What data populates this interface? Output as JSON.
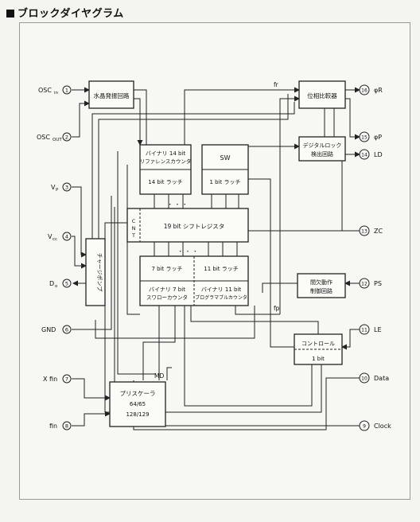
{
  "title": "ブロックダイヤグラム",
  "pins_left": {
    "osc_in": {
      "main": "OSC",
      "sub": "in",
      "num": "1"
    },
    "osc_out": {
      "main": "OSC",
      "sub": "OUT",
      "num": "2"
    },
    "vp": {
      "main": "V",
      "sub": "P",
      "num": "3"
    },
    "vcc": {
      "main": "V",
      "sub": "cc",
      "num": "4"
    },
    "do": {
      "main": "D",
      "sub": "o",
      "num": "5"
    },
    "gnd": {
      "main": "GND",
      "sub": "",
      "num": "6"
    },
    "xfin": {
      "main": "X fin",
      "sub": "",
      "num": "7"
    },
    "fin": {
      "main": "fin",
      "sub": "",
      "num": "8"
    }
  },
  "pins_right": {
    "phi_r": {
      "label": "φR",
      "num": "16"
    },
    "phi_p": {
      "label": "φP",
      "num": "15"
    },
    "ld": {
      "label": "LD",
      "num": "14"
    },
    "zc": {
      "label": "ZC",
      "num": "13"
    },
    "ps": {
      "label": "PS",
      "num": "12"
    },
    "le": {
      "label": "LE",
      "num": "11"
    },
    "data": {
      "label": "Data",
      "num": "10"
    },
    "clock": {
      "label": "Clock",
      "num": "9"
    }
  },
  "blocks": {
    "crystal_osc": "水晶発振回路",
    "phase_comp": "位相比較器",
    "digital_lock_1": "デジタルロック",
    "digital_lock_2": "検出回路",
    "ref_counter_1": "バイナリ 14 bit",
    "ref_counter_2": "リファレンスカウンタ",
    "latch14": "14 bit ラッチ",
    "sw": "SW",
    "latch1": "1 bit ラッチ",
    "cnt": "C N T",
    "shift_reg": "19 bit シフトレジスタ",
    "charge_pump": "チャージポンプ",
    "latch7": "7 bit ラッチ",
    "latch11": "11 bit ラッチ",
    "swallow_1": "バイナリ 7 bit",
    "swallow_2": "スワローカウンタ",
    "prog_1": "バイナリ 11 bit",
    "prog_2": "プログラマブルカウンタ",
    "intermittent_1": "間欠動作",
    "intermittent_2": "制御回路",
    "control": "コントロール",
    "control_bit": "1 bit",
    "prescaler_1": "プリスケーラ",
    "prescaler_2": "64/65",
    "prescaler_3": "128/129"
  },
  "signals": {
    "fr": "fr",
    "fp": "fp",
    "md": "MD",
    "dots": "・ ・ ・"
  }
}
